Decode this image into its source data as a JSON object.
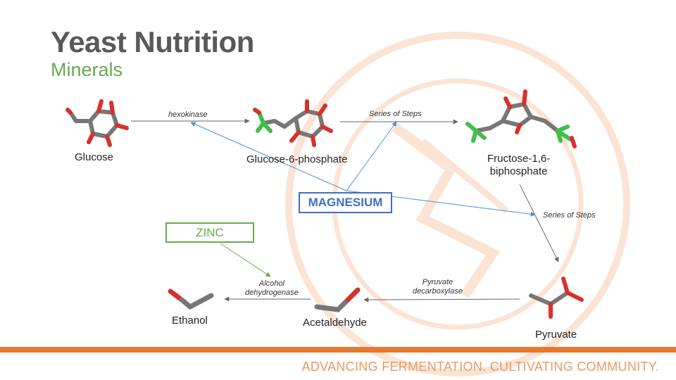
{
  "slide": {
    "title": "Yeast Nutrition",
    "subtitle": "Minerals",
    "tagline": "ADVANCING FERMENTATION. CULTIVATING COMMUNITY."
  },
  "molecules": {
    "glucose": "Glucose",
    "g6p": "Glucose-6-phosphate",
    "fbp_line1": "Fructose-1,6-",
    "fbp_line2": "biphosphate",
    "pyruvate": "Pyruvate",
    "acetaldehyde": "Acetaldehyde",
    "ethanol": "Ethanol"
  },
  "enzymes": {
    "hexokinase": "hexokinase",
    "steps_1": "Series of Steps",
    "steps_2": "Series of Steps",
    "pdc_line1": "Pyruvate",
    "pdc_line2": "decarboxylase",
    "adh_line1": "Alcohol",
    "adh_line2": "dehydrogenase"
  },
  "cofactors": {
    "magnesium": "MAGNESIUM",
    "zinc": "ZINC"
  },
  "colors": {
    "title": "#595959",
    "accent_green": "#6aa84f",
    "accent_blue": "#3c6fc4",
    "footer_orange": "#e8782b",
    "oxygen_red": "#d9302c",
    "phosphorus_green": "#3fbf4a",
    "carbon_grey": "#777777"
  }
}
